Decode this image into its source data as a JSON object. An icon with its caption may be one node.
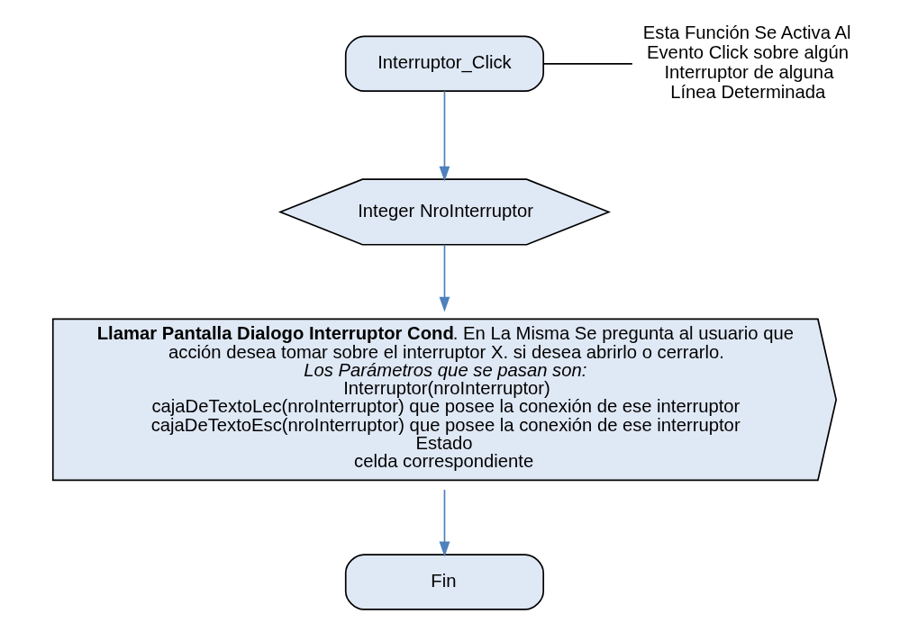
{
  "diagram": {
    "nodes": [
      {
        "text": [
          "Interruptor_Click"
        ]
      },
      {
        "text": [
          "Esta Función Se Activa Al Evento Click sobre algún Interruptor de alguna Línea Determinada"
        ]
      },
      {
        "text": [
          "Integer NroInterruptor"
        ]
      },
      {
        "text": [
          "**Llamar Pantalla Dialogo Interruptor Cond**. En La Misma Se pregunta al usuario que acción desea tomar sobre el interruptor X. si desea abrirlo o cerrarlo.",
          "Los Parámetros que se pasan son:",
          "Interruptor(nroInterruptor)",
          "cajaDeTextoLec(nroInterruptor) que posee la conexión de ese interruptor",
          "cajaDeTextoEsc(nroInterruptor) que posee la conexión de ese interruptor",
          "Estado",
          "celda correspondiente"
        ]
      },
      {
        "text": [
          "Fin"
        ]
      }
    ],
    "edges": [
      {
        "from": 0,
        "to": 1,
        "arrow": "none",
        "color": "#000000"
      },
      {
        "from": 0,
        "to": 2,
        "arrow": "to"
      },
      {
        "from": 2,
        "to": 3,
        "arrow": "to"
      },
      {
        "from": 3,
        "to": 4,
        "arrow": "to"
      }
    ]
  }
}
